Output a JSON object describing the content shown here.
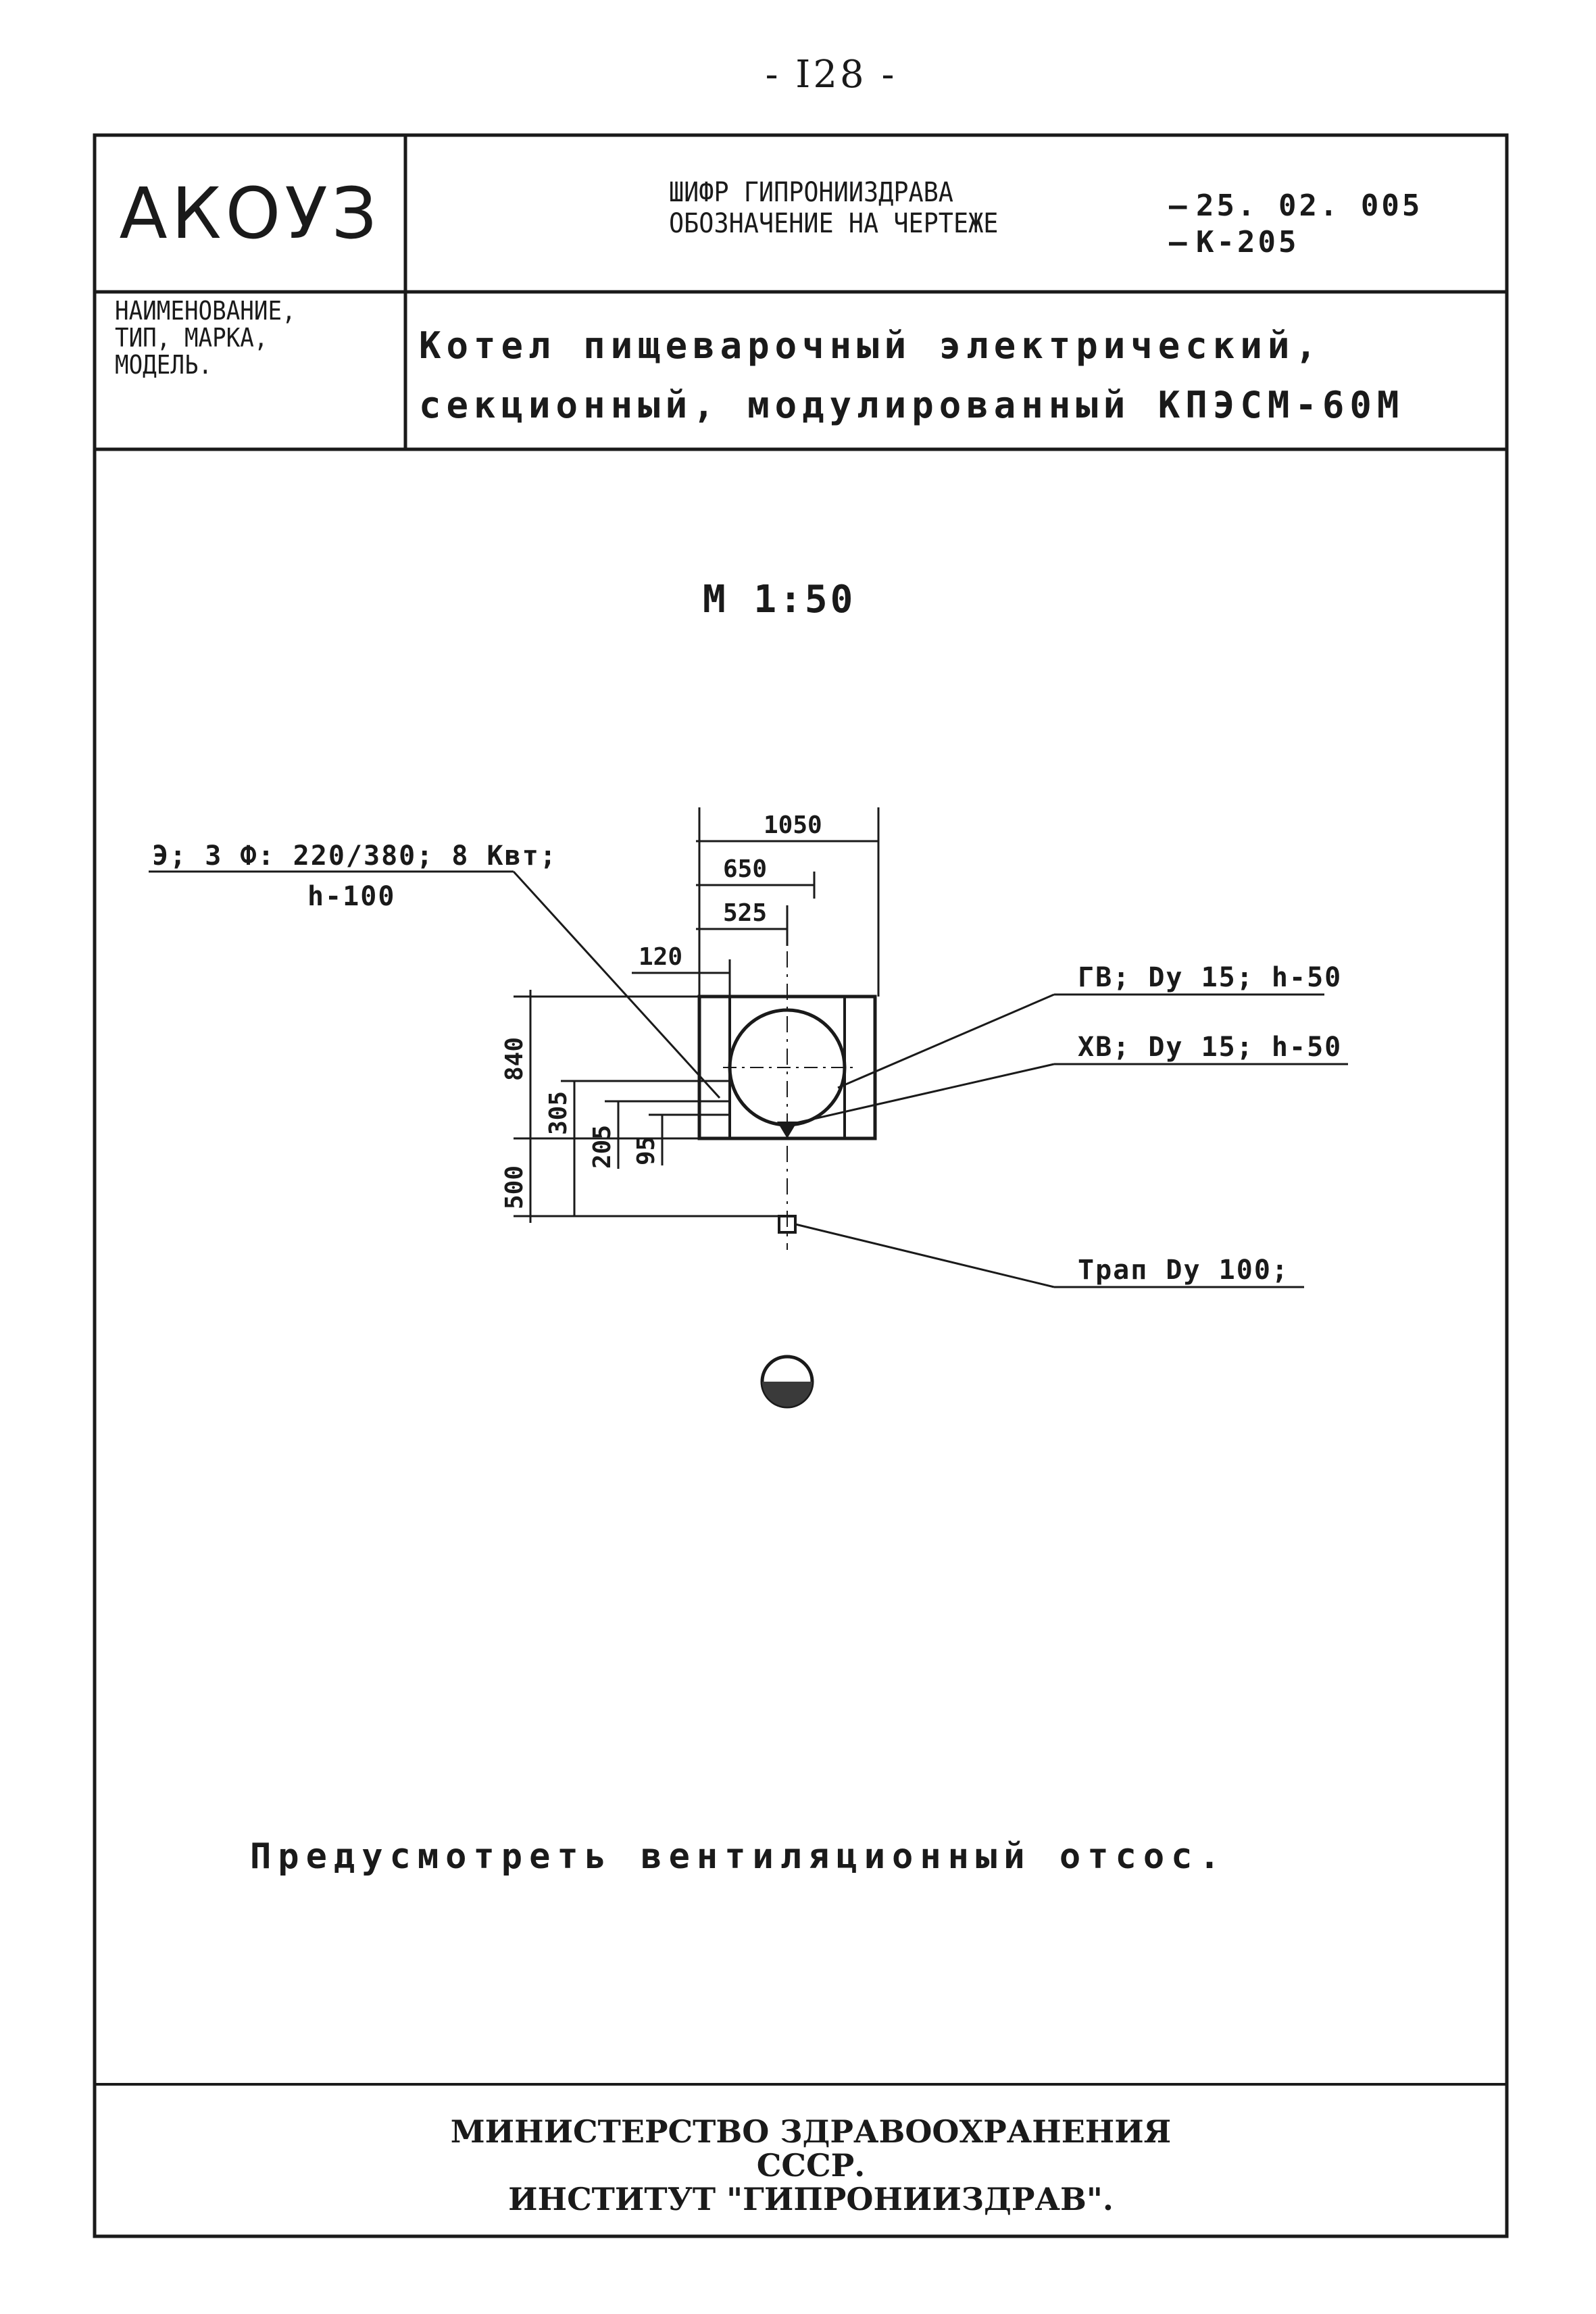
{
  "page": {
    "number": "- I28 -"
  },
  "header": {
    "logo": "АКОУЗ",
    "code_label_1": "ШИФР ГИПРОНИИЗДРАВА",
    "code_label_2": "ОБОЗНАЧЕНИЕ НА ЧЕРТЕЖЕ",
    "code_value_1": "25. 02. 005",
    "code_value_2": "К-205",
    "name_label": [
      "НАИМЕНОВАНИЕ,",
      "ТИП, МАРКА,",
      "МОДЕЛЬ."
    ],
    "name_value_1": "Котел пищеварочный электрический,",
    "name_value_2": "секционный, модулированный  КПЭСМ-60М"
  },
  "drawing": {
    "scale": "М 1:50",
    "dimensions": {
      "d1050": "1050",
      "d650": "650",
      "d525": "525",
      "d120": "120",
      "d840": "840",
      "d305": "305",
      "d205": "205",
      "d95": "95",
      "d500": "500"
    },
    "callouts": {
      "electric_line1": "Э; 3 Ф: 220/380; 8 Квт;",
      "electric_line2": "h-100",
      "hot_water": "ГВ; Dу 15; h-50",
      "cold_water": "ХВ; Dу 15; h-50",
      "drain": "Трап Dу 100;"
    }
  },
  "note": "Предусмотреть вентиляционный отсос.",
  "footer": {
    "line1": "МИНИСТЕРСТВО ЗДРАВООХРАНЕНИЯ СССР.",
    "line2": "ИНСТИТУТ \"ГИПРОНИИЗДРАВ\"."
  }
}
